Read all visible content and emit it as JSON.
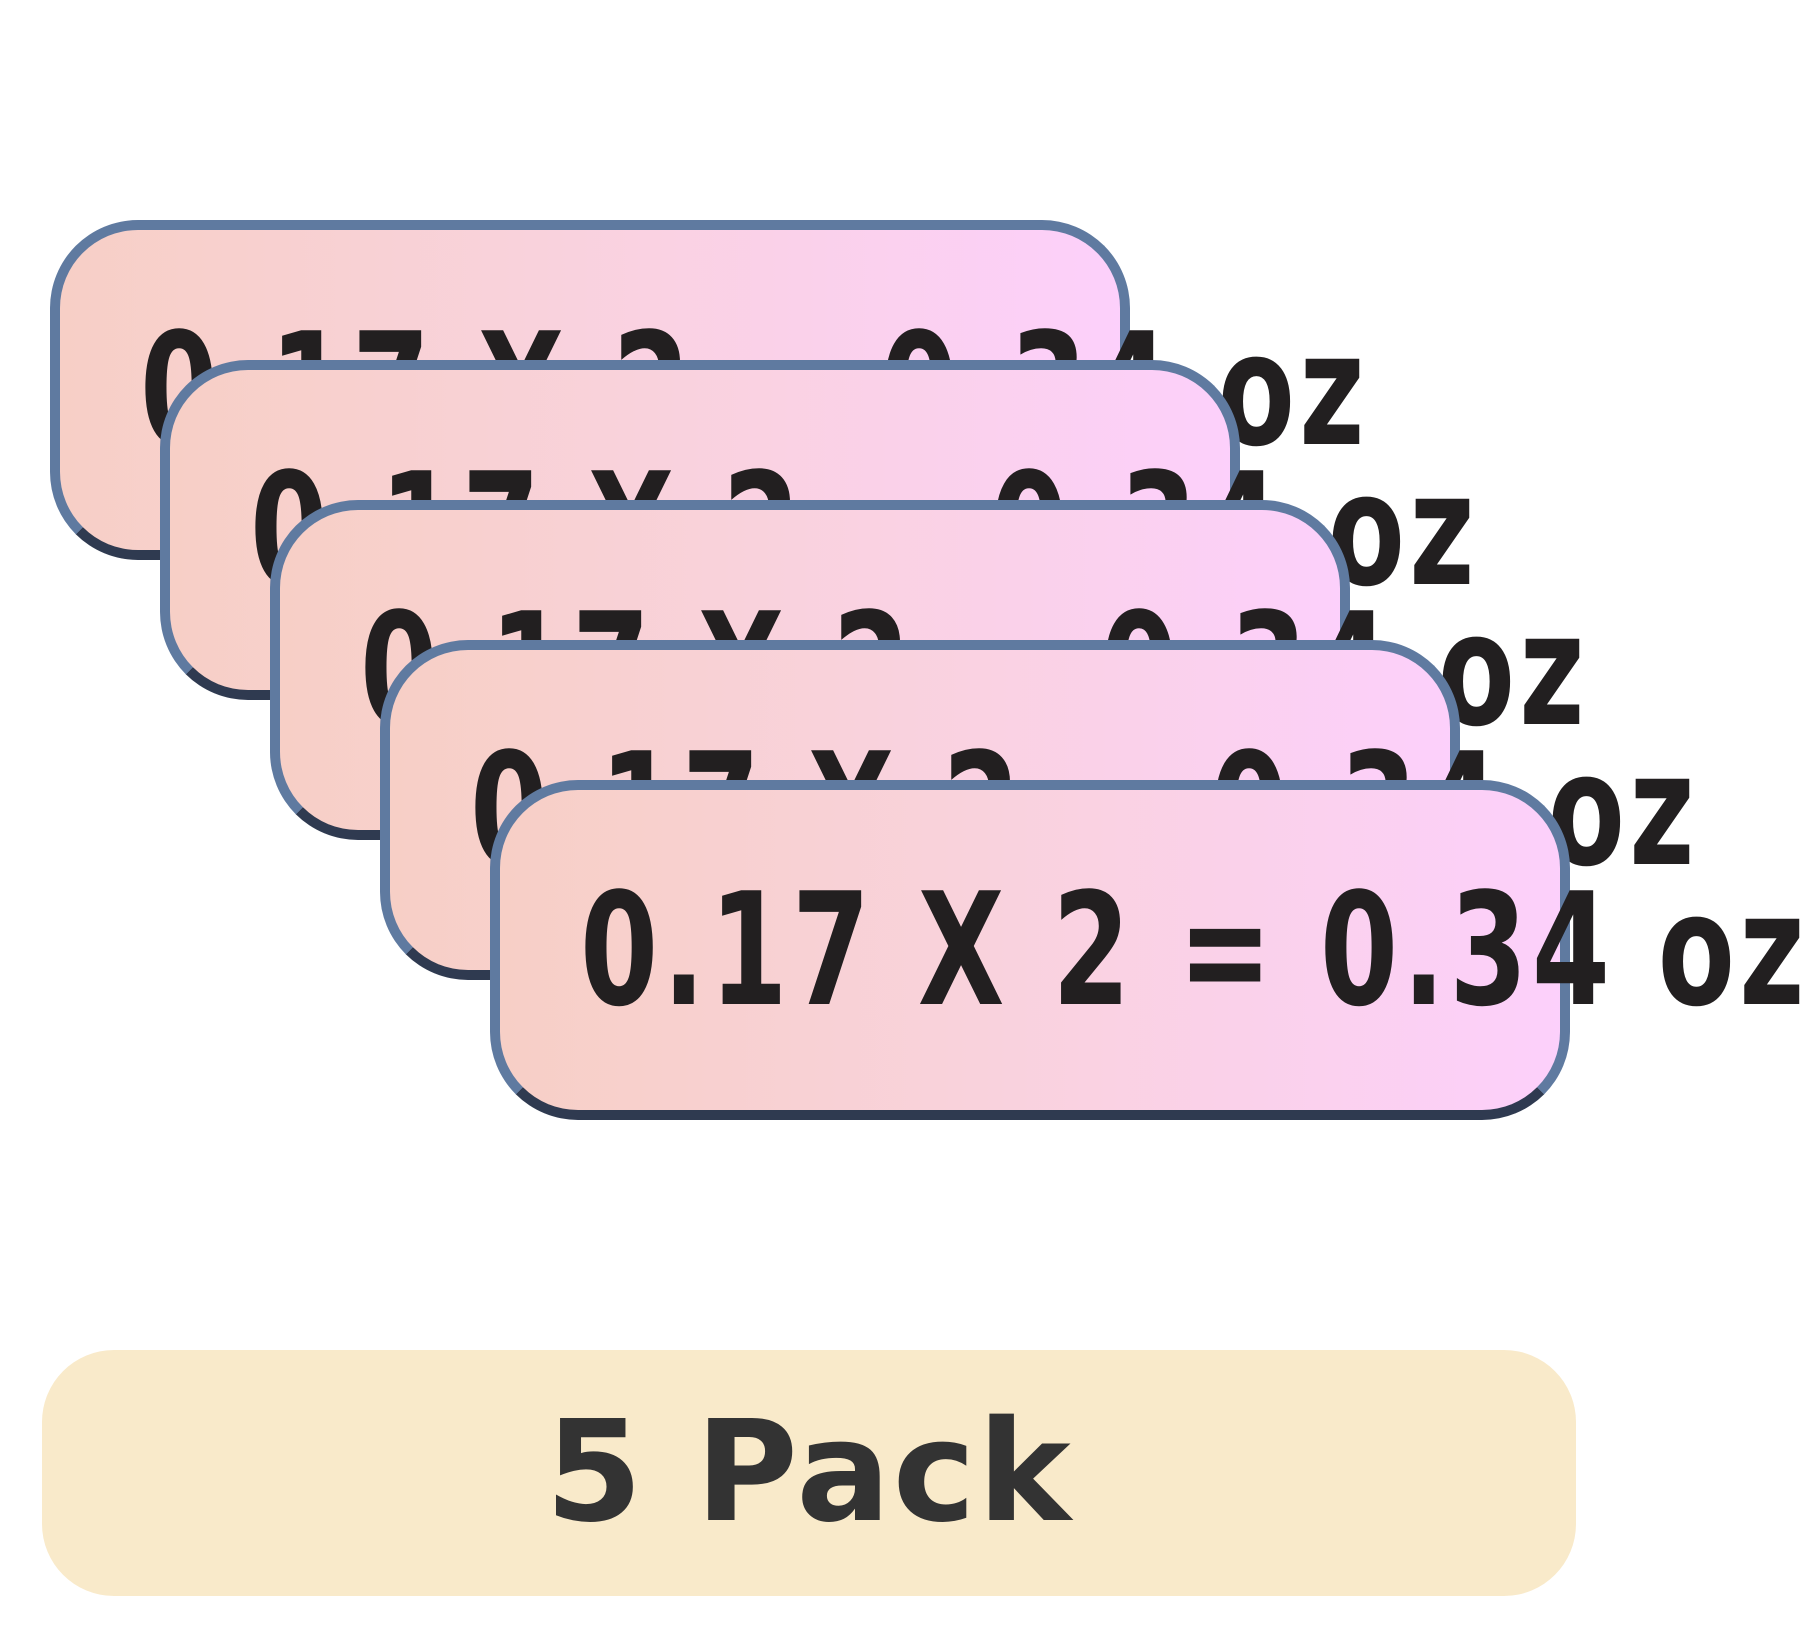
{
  "labels": [
    {
      "text": "0.17 X 2 = 0.34 oz"
    },
    {
      "text": "0.17 X 2 = 0.34 oz"
    },
    {
      "text": "0.17 X 2 = 0.34 oz"
    },
    {
      "text": "0.17 X 2 = 0.34 oz"
    },
    {
      "text": "0.17 X 2 = 0.34 oz"
    }
  ],
  "pack": {
    "text": "5 Pack"
  },
  "colors": {
    "label_gradient_start": "#f7cfc6",
    "label_gradient_end": "#fcd0fb",
    "label_border": "#5f7aa0",
    "label_text": "#221f20",
    "pack_background": "#f9eaca",
    "pack_text": "#333333"
  }
}
